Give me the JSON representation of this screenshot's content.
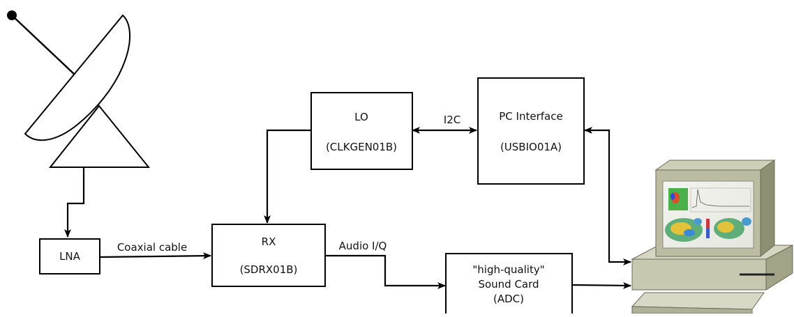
{
  "blocks": {
    "lna": {
      "line1": "LNA"
    },
    "rx": {
      "line1": "RX",
      "line2": "(SDRX01B)"
    },
    "lo": {
      "line1": "LO",
      "line2": "(CLKGEN01B)"
    },
    "pc_interface": {
      "line1": "PC Interface",
      "line2": "(USBIO01A)"
    },
    "sound_card": {
      "line1": "\"high-quality\"",
      "line2": "Sound Card",
      "line3": "(ADC)"
    }
  },
  "connections": {
    "coaxial": "Coaxial cable",
    "audio": "Audio I/Q",
    "i2c": "I2C"
  },
  "icons": {
    "antenna": "satellite-dish-icon",
    "computer": "desktop-computer-icon"
  }
}
